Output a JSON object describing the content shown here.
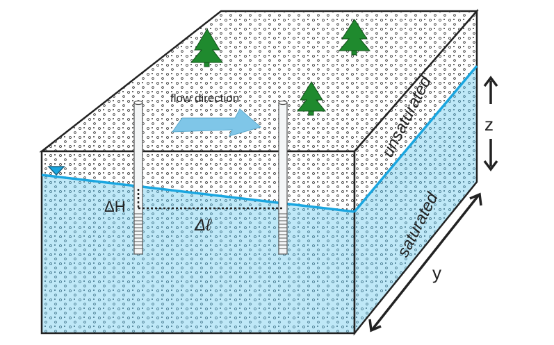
{
  "labels": {
    "flow_direction": "flow direction",
    "unsaturated": "unsaturated",
    "saturated": "saturated",
    "delta_h": "ΔH",
    "delta_l": "Δℓ",
    "z_axis": "z",
    "y_axis": "y"
  },
  "colors": {
    "water": "#bfe8f7",
    "water_table": "#1aa6e0",
    "outline": "#222222",
    "tree": "#1f8a2e",
    "flow_arrow": "#7fc6e8"
  }
}
